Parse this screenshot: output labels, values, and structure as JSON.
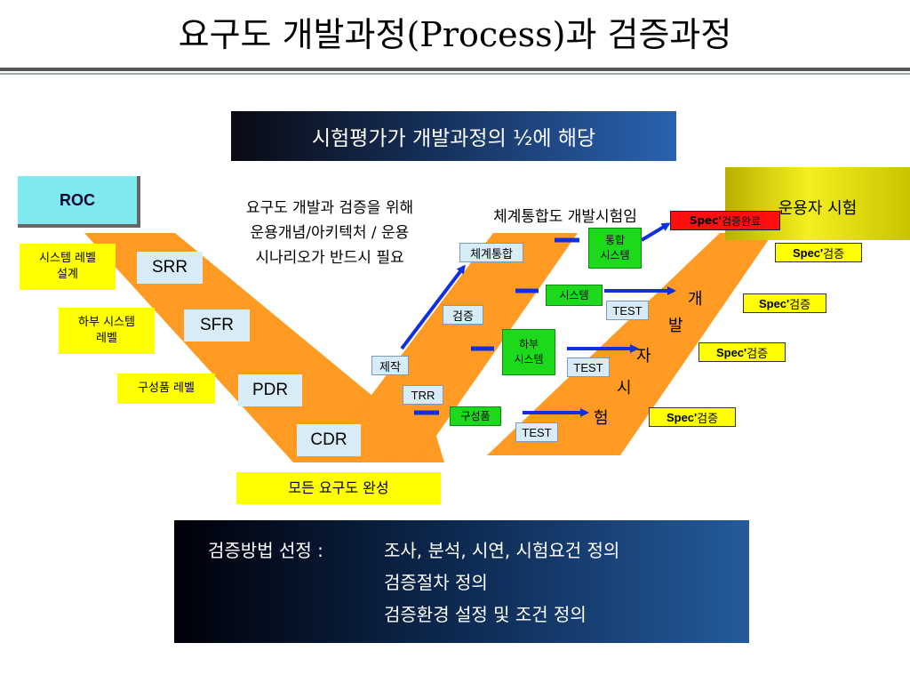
{
  "title": "요구도 개발과정(Process)과 검증과정",
  "banner_top": "시험평가가 개발과정의 ½에 해당",
  "roc": "ROC",
  "operator_test": "운용자 시험",
  "levels": {
    "system": "시스템 레벨\n설계",
    "subsystem": "하부 시스템\n레벨",
    "component": "구성품 레벨"
  },
  "reviews": [
    "SRR",
    "SFR",
    "PDR",
    "CDR"
  ],
  "note_left": [
    "요구도 개발과 검증을 위해",
    "운용개념/아키텍처 / 운용",
    "시나리오가 반드시 필요"
  ],
  "note_right": "체계통합도 개발시험임",
  "all_requirements": "모든 요구도 완성",
  "v_labels": {
    "system_integration": "체계통합",
    "verification": "검증",
    "manufacture": "제작",
    "trr": "TRR"
  },
  "green_boxes": {
    "integrated_system": "통합\n시스템",
    "system": "시스템",
    "subsystem": "하부\n시스템",
    "component": "구성품"
  },
  "test_label": "TEST",
  "developer_test": [
    "개",
    "발",
    "자",
    "시",
    "험"
  ],
  "spec_done": {
    "prefix": "Spec'",
    "suffix": "검증완료"
  },
  "spec_verify": {
    "prefix": "Spec'",
    "suffix": "검증"
  },
  "bottom": {
    "label": "검증방법 선정 :",
    "items": [
      "조사, 분석, 시연, 시험요건 정의",
      "검증절차 정의",
      "검증환경 설정 및 조건 정의"
    ]
  },
  "colors": {
    "v_orange": "#ff9a22",
    "arrow_blue": "#1030e0",
    "yellow": "#ffff00",
    "green": "#1cd91c",
    "cyan": "#7fe9ef"
  }
}
